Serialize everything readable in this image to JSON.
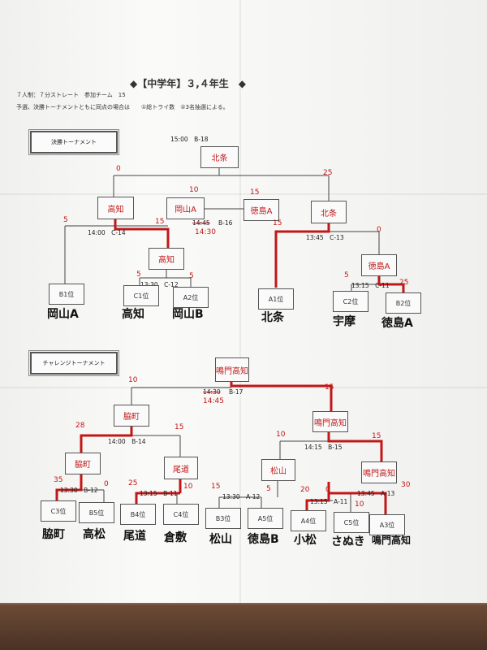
{
  "header": {
    "title": "◆【中学年】３,４年生　◆",
    "rules_line1": "７人制：７分ストレート　参加チーム　15",
    "rules_line2": "予選、決勝トーナメントともに同点の場合は　　①総トライ数　②3名抽選による。"
  },
  "final": {
    "label": "決勝トーナメント",
    "winners": [
      "北条",
      "高知",
      "岡山A",
      "徳島A",
      "北条",
      "高知",
      "徳島A"
    ],
    "matches": [
      {
        "time": "15:00",
        "code": "B-18"
      },
      {
        "time": "14:45",
        "code": "B-16",
        "corrected_time": "14:30"
      },
      {
        "time": "14:00",
        "code": "C-14"
      },
      {
        "time": "13:45",
        "code": "C-13"
      },
      {
        "time": "13:30",
        "code": "C-12"
      },
      {
        "time": "13:15",
        "code": "C-11"
      }
    ],
    "scores": [
      "0",
      "25",
      "10",
      "15",
      "5",
      "15",
      "15",
      "0",
      "5",
      "5",
      "5",
      "25"
    ],
    "seeds": [
      "B1位",
      "C1位",
      "A2位",
      "A1位",
      "C2位",
      "B2位"
    ],
    "teams": [
      "岡山A",
      "高知",
      "岡山B",
      "北条",
      "宇摩",
      "徳島A"
    ]
  },
  "challenge": {
    "label": "チャレンジトーナメント",
    "winners": [
      "鳴門高知",
      "脇町",
      "鳴門高知",
      "脇町",
      "尾道",
      "松山",
      "鳴門高知"
    ],
    "matches": [
      {
        "time": "14:30",
        "code": "B-17",
        "corrected_time": "14:45"
      },
      {
        "time": "14:00",
        "code": "B-14"
      },
      {
        "time": "14:15",
        "code": "B-15"
      },
      {
        "time": "13:30",
        "code": "B-12"
      },
      {
        "time": "13:15",
        "code": "B-11"
      },
      {
        "time": "13:30",
        "code": "A-12"
      },
      {
        "time": "13:15",
        "code": "A-11"
      },
      {
        "time": "13:45",
        "code": "A-13"
      }
    ],
    "scores": [
      "10",
      "15",
      "28",
      "15",
      "10",
      "15",
      "35",
      "0",
      "25",
      "10",
      "15",
      "5",
      "0",
      "20",
      "10",
      "30"
    ],
    "seeds": [
      "C3位",
      "B5位",
      "B4位",
      "C4位",
      "B3位",
      "A5位",
      "A4位",
      "C5位",
      "A3位"
    ],
    "teams": [
      "脇町",
      "高松",
      "尾道",
      "倉敷",
      "松山",
      "徳島B",
      "小松",
      "さぬき",
      "鳴門高知"
    ]
  },
  "colors": {
    "ink": "#222222",
    "marker_red": "#c01818",
    "floor": "#5a3d2d"
  }
}
